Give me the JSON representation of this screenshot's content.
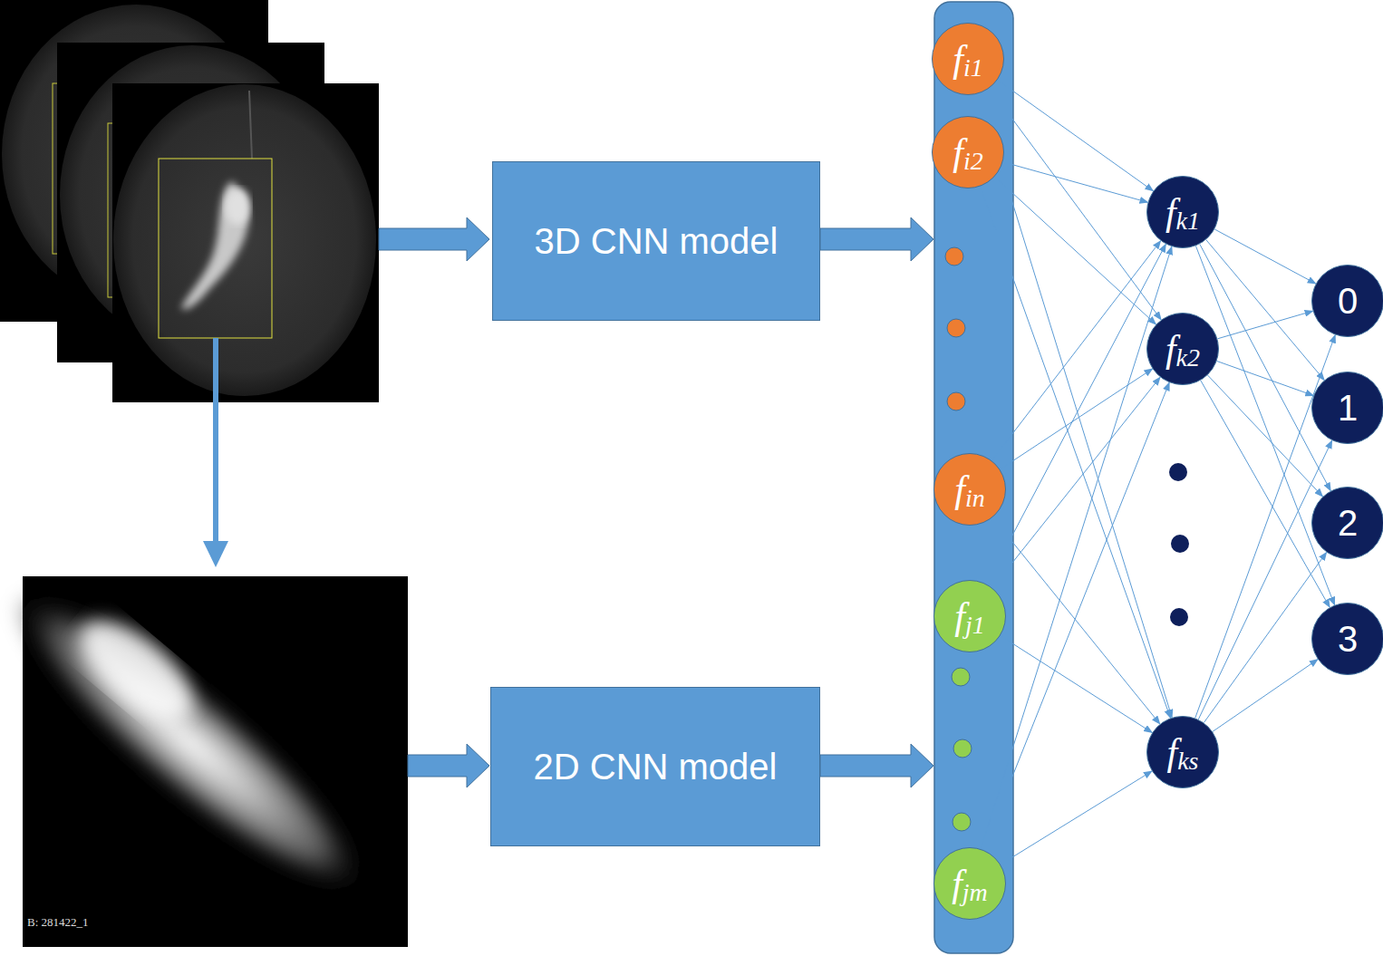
{
  "diagram": {
    "nodes": [
      {
        "text": [
          "3D CNN model"
        ]
      },
      {
        "text": [
          "2D CNN model"
        ]
      },
      {
        "text": [
          "f",
          "i1"
        ]
      },
      {
        "text": [
          "f",
          "i2"
        ]
      },
      {
        "text": [
          "f",
          "in"
        ]
      },
      {
        "text": [
          "f",
          "j1"
        ]
      },
      {
        "text": [
          "f",
          "jm"
        ]
      },
      {
        "text": [
          "f",
          "k1"
        ]
      },
      {
        "text": [
          "f",
          "k2"
        ]
      },
      {
        "text": [
          "f",
          "ks"
        ]
      },
      {
        "text": [
          "0"
        ]
      },
      {
        "text": [
          "1"
        ]
      },
      {
        "text": [
          "2"
        ]
      },
      {
        "text": [
          "3"
        ]
      }
    ],
    "edges": [
      {
        "from": 2,
        "to": 7,
        "arrow": "to"
      },
      {
        "from": 2,
        "to": 8,
        "arrow": "to"
      },
      {
        "from": 2,
        "to": 9,
        "arrow": "to"
      },
      {
        "from": 3,
        "to": 7,
        "arrow": "to"
      },
      {
        "from": 3,
        "to": 8,
        "arrow": "to"
      },
      {
        "from": 3,
        "to": 9,
        "arrow": "to"
      },
      {
        "from": 4,
        "to": 7,
        "arrow": "to"
      },
      {
        "from": 4,
        "to": 8,
        "arrow": "to"
      },
      {
        "from": 4,
        "to": 9,
        "arrow": "to"
      },
      {
        "from": 5,
        "to": 7,
        "arrow": "to"
      },
      {
        "from": 5,
        "to": 8,
        "arrow": "to"
      },
      {
        "from": 5,
        "to": 9,
        "arrow": "to"
      },
      {
        "from": 6,
        "to": 7,
        "arrow": "to"
      },
      {
        "from": 6,
        "to": 8,
        "arrow": "to"
      },
      {
        "from": 6,
        "to": 9,
        "arrow": "to"
      },
      {
        "from": 7,
        "to": 10,
        "arrow": "to"
      },
      {
        "from": 7,
        "to": 11,
        "arrow": "to"
      },
      {
        "from": 7,
        "to": 12,
        "arrow": "to"
      },
      {
        "from": 7,
        "to": 13,
        "arrow": "to"
      },
      {
        "from": 8,
        "to": 10,
        "arrow": "to"
      },
      {
        "from": 8,
        "to": 11,
        "arrow": "to"
      },
      {
        "from": 8,
        "to": 12,
        "arrow": "to"
      },
      {
        "from": 8,
        "to": 13,
        "arrow": "to"
      },
      {
        "from": 9,
        "to": 10,
        "arrow": "to"
      },
      {
        "from": 9,
        "to": 11,
        "arrow": "to"
      },
      {
        "from": 9,
        "to": 12,
        "arrow": "to"
      },
      {
        "from": 9,
        "to": 13,
        "arrow": "to"
      }
    ],
    "labels": [
      "B: 281422_1"
    ]
  }
}
